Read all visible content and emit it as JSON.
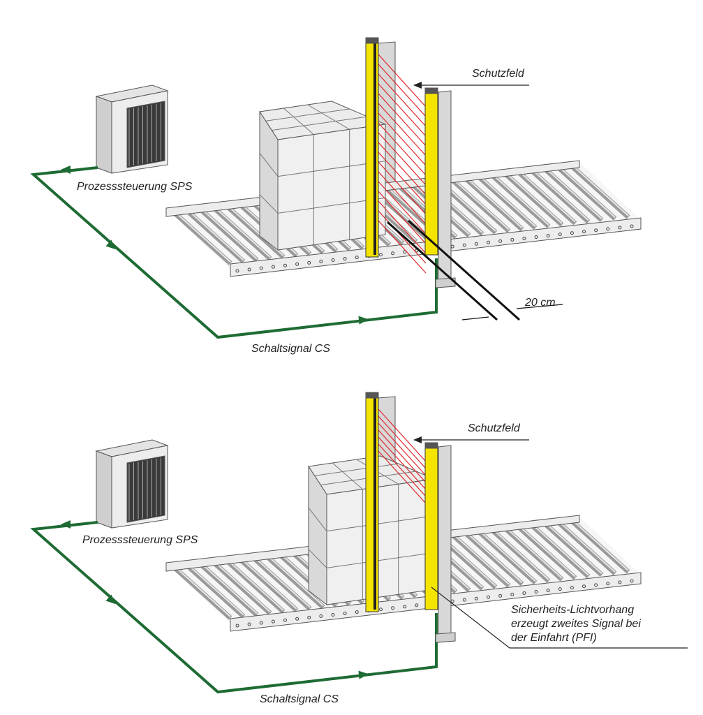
{
  "panels": [
    {
      "schutzfeld": "Schutzfeld",
      "controller": "Prozesssteuerung SPS",
      "signal": "Schaltsignal CS",
      "distance": "20 cm"
    },
    {
      "schutzfeld": "Schutzfeld",
      "controller": "Prozesssteuerung SPS",
      "signal": "Schaltsignal CS",
      "note": [
        "Sicherheits-Lichtvorhang",
        "erzeugt zweites Signal bei",
        "der Einfahrt (PFI)"
      ]
    }
  ],
  "colors": {
    "signal": "#1e6b34",
    "curtain": "#f5e400",
    "beam": "#e0262a",
    "box": "#ececec",
    "line": "#333333"
  }
}
